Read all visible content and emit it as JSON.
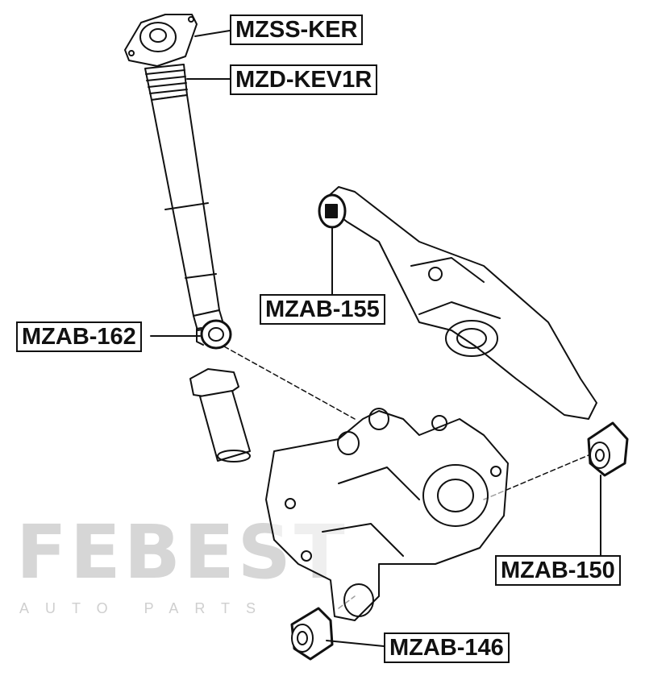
{
  "watermark": {
    "brand": "FEBEST",
    "tagline": "AUTO PARTS"
  },
  "parts": [
    {
      "id": "MZSS-KER",
      "label": "MZSS-KER",
      "description_visible": false
    },
    {
      "id": "MZD-KEV1R",
      "label": "MZD-KEV1R"
    },
    {
      "id": "MZAB-155",
      "label": "MZAB-155"
    },
    {
      "id": "MZAB-162",
      "label": "MZAB-162"
    },
    {
      "id": "MZAB-150",
      "label": "MZAB-150"
    },
    {
      "id": "MZAB-146",
      "label": "MZAB-146"
    }
  ],
  "colors": {
    "line": "#111111",
    "watermark": "#e3e3e3"
  }
}
